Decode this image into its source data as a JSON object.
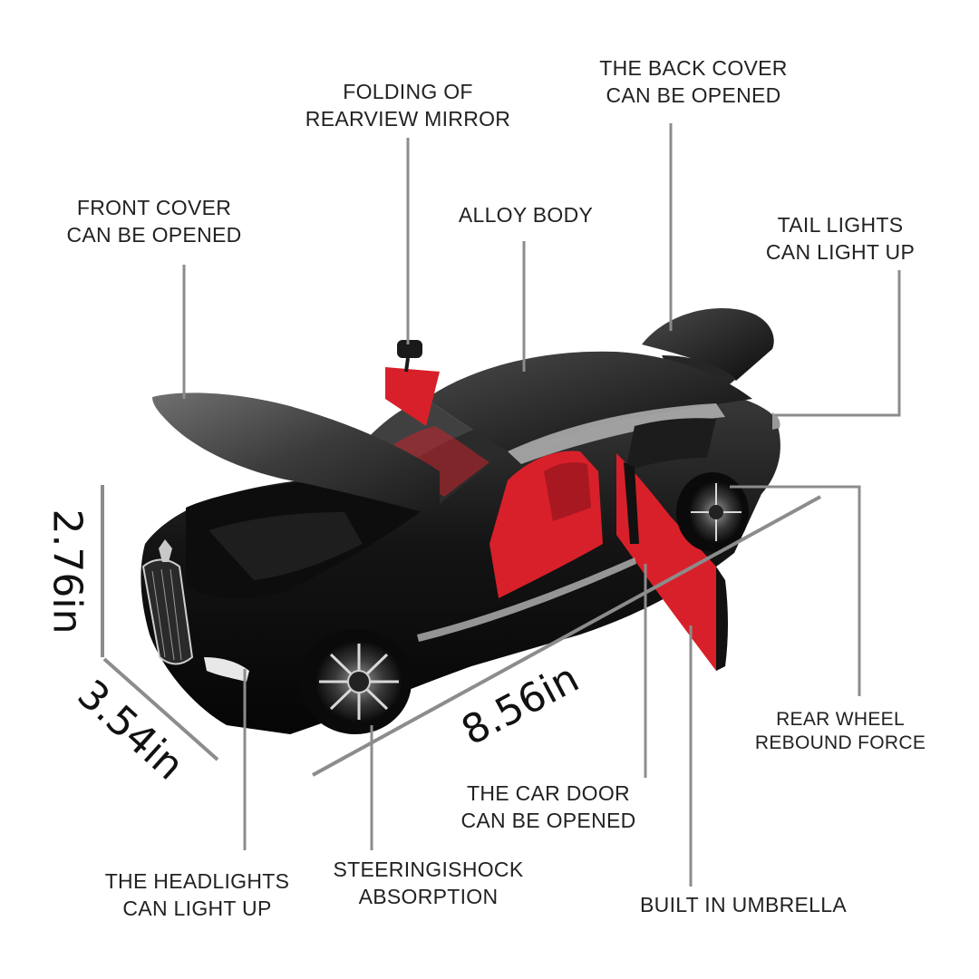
{
  "colors": {
    "leader_line": "#8c8c8c",
    "car_body": "#111111",
    "interior": "#d8202a",
    "label_text": "#222222"
  },
  "labels": {
    "folding_mirror": [
      "FOLDING OF",
      "REARVIEW MIRROR"
    ],
    "back_cover": [
      "THE BACK COVER",
      "CAN BE OPENED"
    ],
    "front_cover": [
      "FRONT COVER",
      "CAN BE OPENED"
    ],
    "alloy_body": [
      "ALLOY BODY"
    ],
    "tail_lights": [
      "TAIL LIGHTS",
      "CAN LIGHT UP"
    ],
    "rear_wheel": [
      "REAR WHEEL",
      "REBOUND FORCE"
    ],
    "car_door": [
      "THE CAR DOOR",
      "CAN BE OPENED"
    ],
    "headlights": [
      "THE HEADLIGHTS",
      "CAN LIGHT UP"
    ],
    "steering": [
      "STEERINGISHOCK",
      "ABSORPTION"
    ],
    "umbrella": [
      "BUILT IN UMBRELLA"
    ]
  },
  "dimensions": {
    "height": "2.76in",
    "width": "3.54in",
    "length": "8.56in"
  }
}
